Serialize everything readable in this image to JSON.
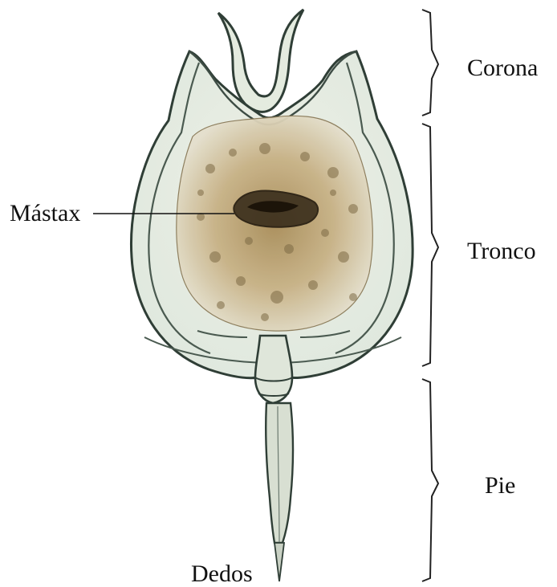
{
  "labels": {
    "corona": "Corona",
    "tronco": "Tronco",
    "pie": "Pie",
    "mastax": "Mástax",
    "dedos": "Dedos"
  },
  "colors": {
    "outline": "#2f3e36",
    "body_fill": "#e6ece1",
    "content": "#b59c6d",
    "mastax": "#3a2e1c",
    "foot": "#d9ddd3",
    "bracket": "#222222"
  }
}
